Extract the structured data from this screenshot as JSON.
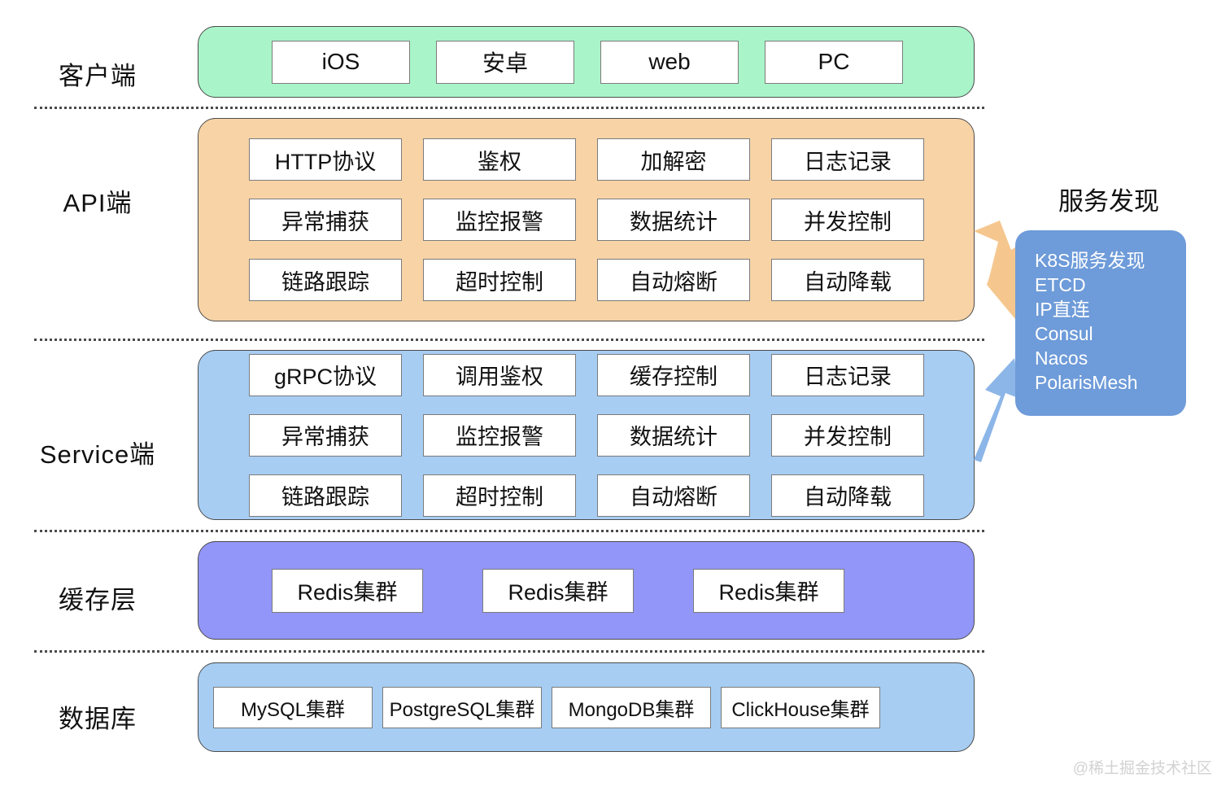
{
  "diagram": {
    "title_watermark": "@稀土掘金技术社区",
    "colors": {
      "client_layer": "#a9f5c9",
      "api_layer": "#f7d3a6",
      "service_layer": "#a7cdf3",
      "cache_layer": "#9296f8",
      "database_layer": "#a7cdf3",
      "service_discovery_panel": "#6e9bd9",
      "api_arrow": "#f5c78f",
      "service_arrow": "#8cb6e8",
      "cell_background": "#ffffff",
      "cell_border": "#7b7b7b",
      "layer_border": "#4c4c4c",
      "separator": "#4a4a4a",
      "text": "#111111",
      "watermark": "#d2d2d2"
    },
    "layers": [
      {
        "label": "客户端",
        "rows": [
          [
            "iOS",
            "安卓",
            "web",
            "PC"
          ]
        ]
      },
      {
        "label": "API端",
        "rows": [
          [
            "HTTP协议",
            "鉴权",
            "加解密",
            "日志记录"
          ],
          [
            "异常捕获",
            "监控报警",
            "数据统计",
            "并发控制"
          ],
          [
            "链路跟踪",
            "超时控制",
            "自动熔断",
            "自动降载"
          ]
        ]
      },
      {
        "label": "Service端",
        "rows": [
          [
            "gRPC协议",
            "调用鉴权",
            "缓存控制",
            "日志记录"
          ],
          [
            "异常捕获",
            "监控报警",
            "数据统计",
            "并发控制"
          ],
          [
            "链路跟踪",
            "超时控制",
            "自动熔断",
            "自动降载"
          ]
        ]
      },
      {
        "label": "缓存层",
        "rows": [
          [
            "Redis集群",
            "Redis集群",
            "Redis集群"
          ]
        ]
      },
      {
        "label": "数据库",
        "rows": [
          [
            "MySQL集群",
            "PostgreSQL集群",
            "MongoDB集群",
            "ClickHouse集群"
          ]
        ]
      }
    ],
    "service_discovery": {
      "title": "服务发现",
      "items": [
        "K8S服务发现",
        "ETCD",
        "IP直连",
        "Consul",
        "Nacos",
        "PolarisMesh"
      ]
    }
  }
}
